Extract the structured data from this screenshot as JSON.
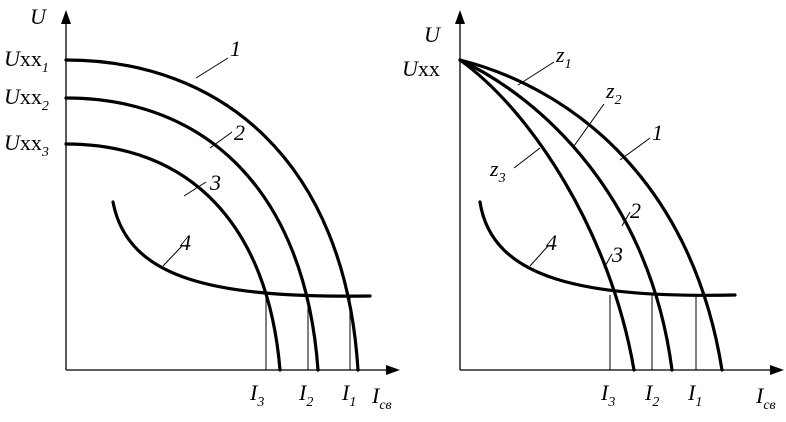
{
  "left": {
    "y_axis": "U",
    "x_axis": "I",
    "x_axis_sub": "св",
    "y_ticks": [
      {
        "text": "U",
        "upright": "xx",
        "sub": "1"
      },
      {
        "text": "U",
        "upright": "xx",
        "sub": "2"
      },
      {
        "text": "U",
        "upright": "xx",
        "sub": "3"
      }
    ],
    "x_ticks": [
      {
        "text": "I",
        "sub": "3"
      },
      {
        "text": "I",
        "sub": "2"
      },
      {
        "text": "I",
        "sub": "1"
      }
    ],
    "curve_labels": [
      "1",
      "2",
      "3",
      "4"
    ]
  },
  "right": {
    "y_axis": "U",
    "x_axis": "I",
    "x_axis_sub": "св",
    "y_tick": {
      "text": "U",
      "upright": "xx"
    },
    "x_ticks": [
      {
        "text": "I",
        "sub": "3"
      },
      {
        "text": "I",
        "sub": "2"
      },
      {
        "text": "I",
        "sub": "1"
      }
    ],
    "curve_labels": [
      "1",
      "2",
      "3",
      "4"
    ],
    "z_labels": [
      {
        "text": "z",
        "sub": "1"
      },
      {
        "text": "z",
        "sub": "2"
      },
      {
        "text": "z",
        "sub": "3"
      }
    ]
  }
}
